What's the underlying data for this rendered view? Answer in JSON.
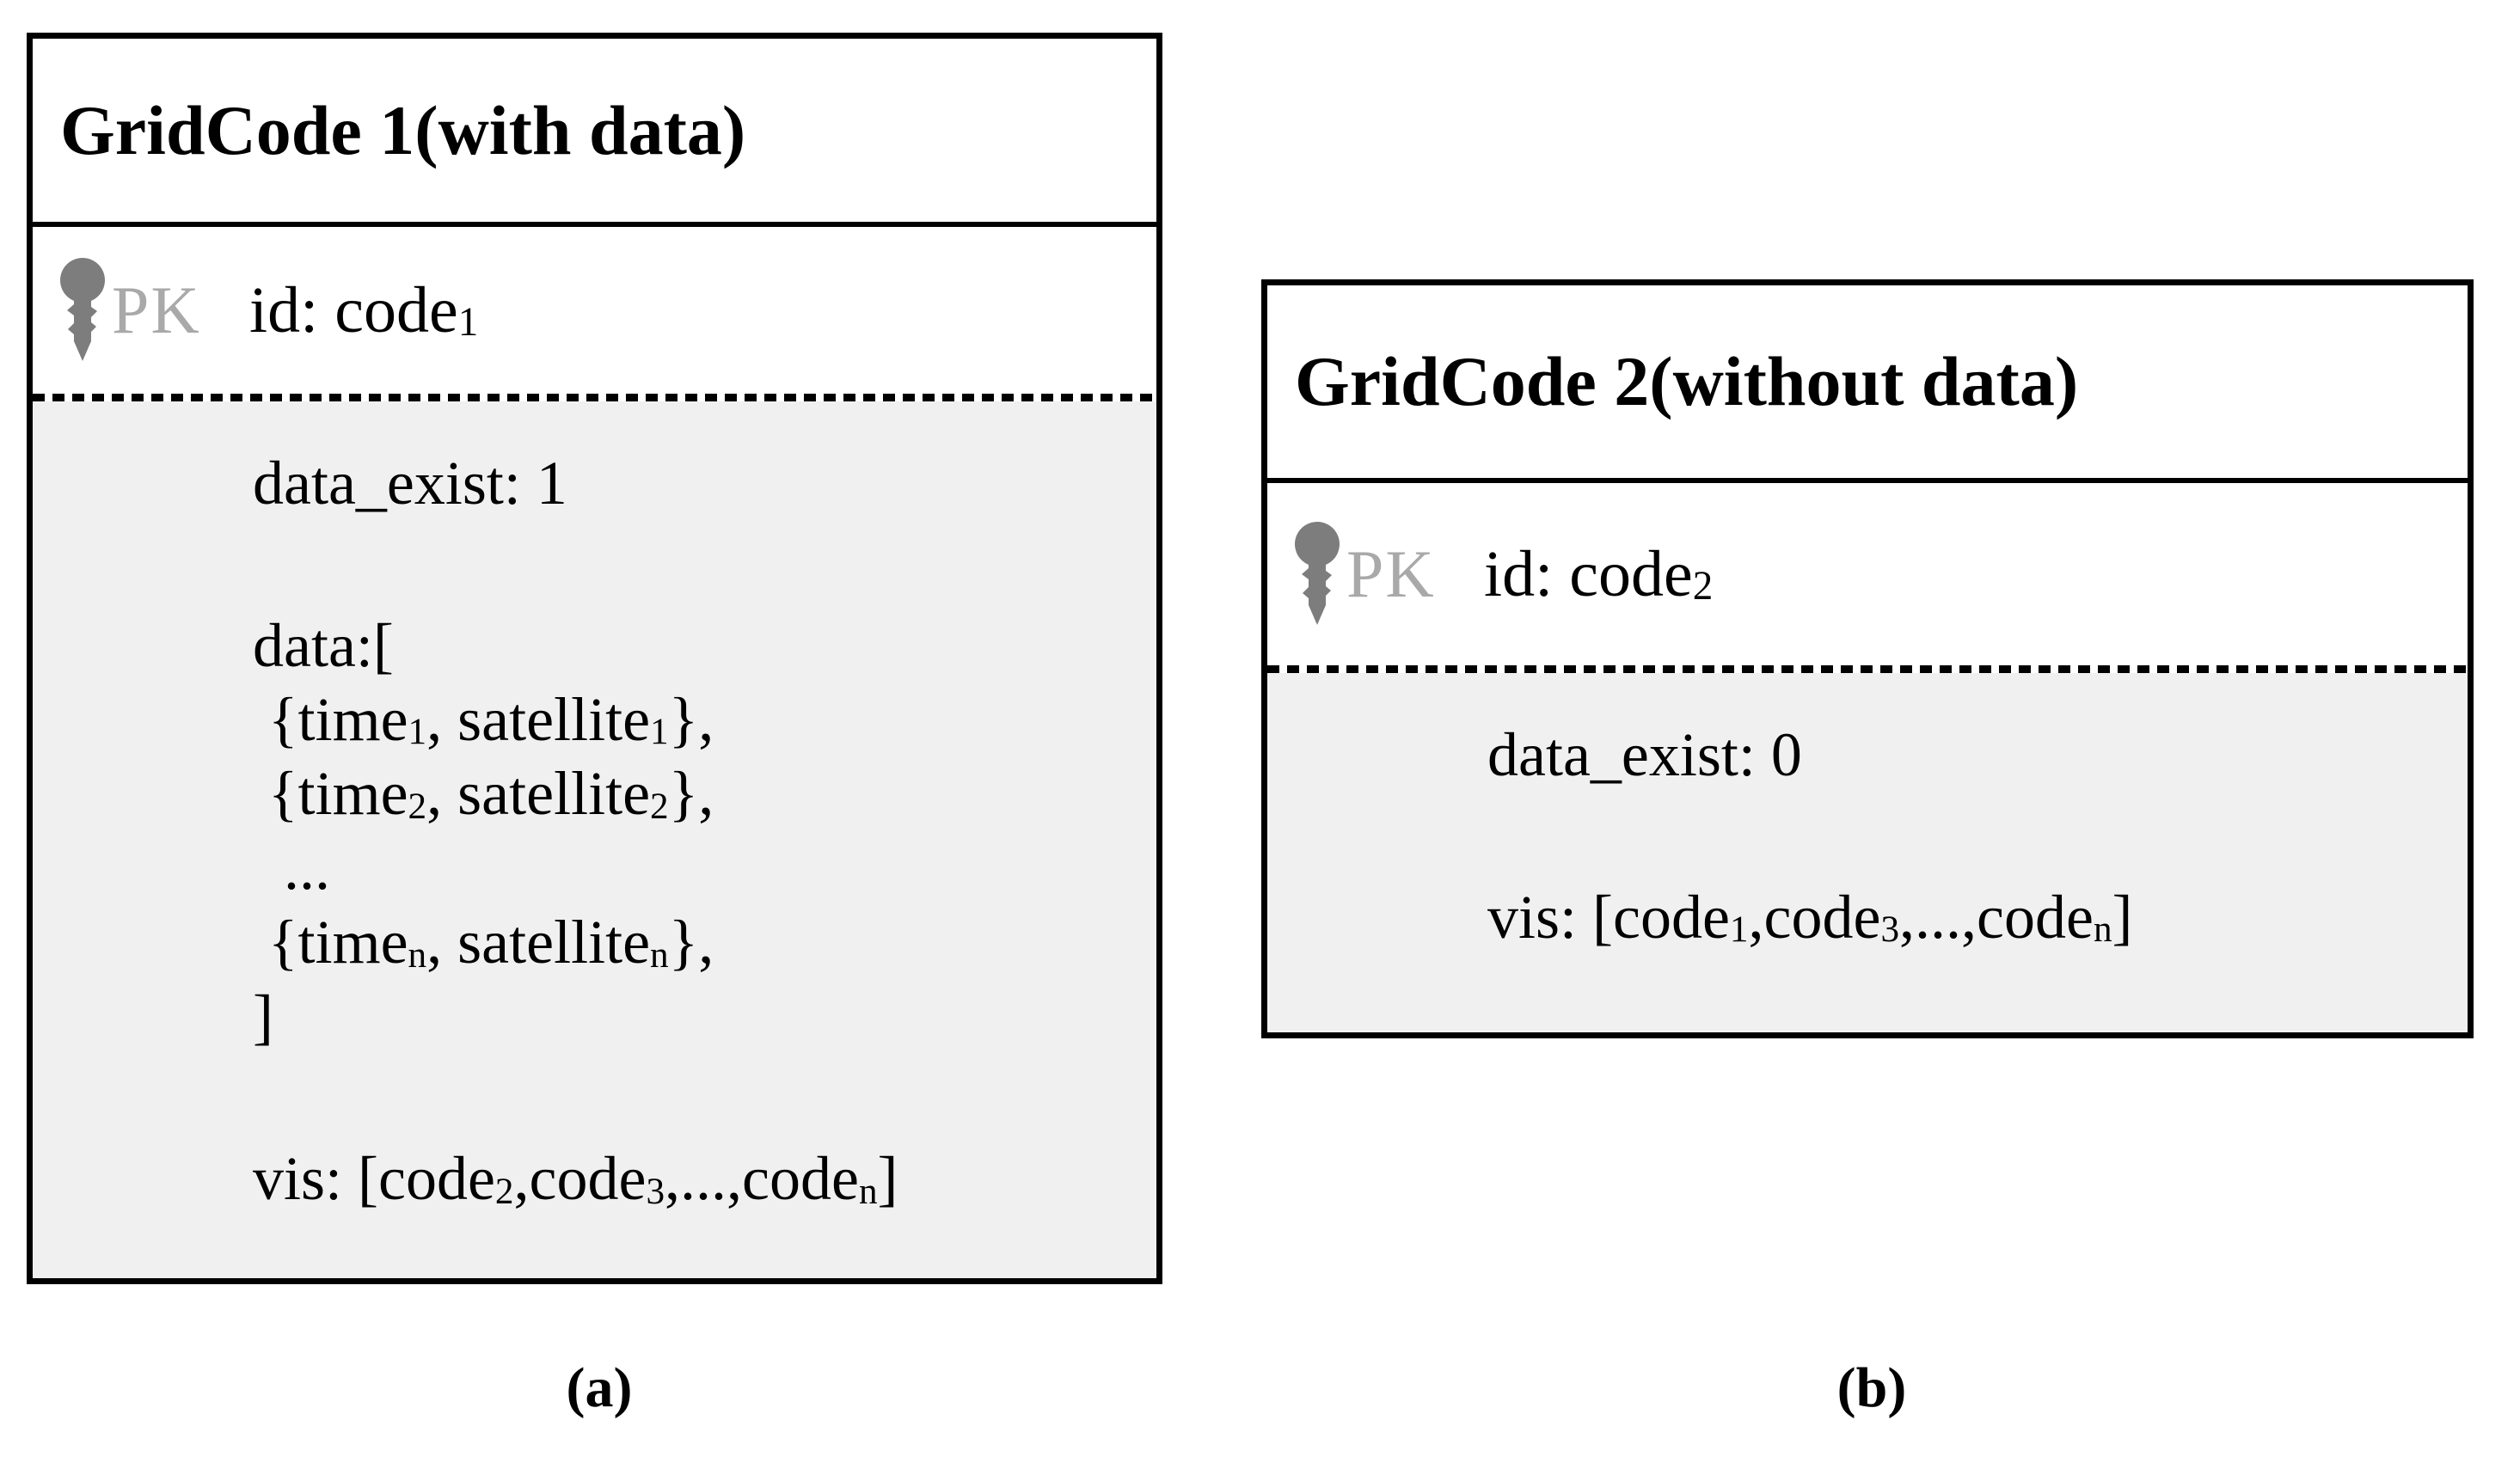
{
  "colors": {
    "border": "#000000",
    "body-bg": "#f0f0f0",
    "key": "#7d7d7d",
    "pk": "#a9a9a9",
    "text": "#000000",
    "page-bg": "#ffffff"
  },
  "panels": [
    {
      "label": "(a)",
      "entity": {
        "title": "GridCode 1(with data)",
        "pk": {
          "icon": "key-icon",
          "tag": "PK",
          "field": [
            {
              "t": "id: code"
            },
            {
              "t": "1",
              "sub": true
            }
          ]
        },
        "body": [
          [
            {
              "t": "data_exist: 1"
            }
          ],
          [],
          [
            {
              "t": "data:["
            }
          ],
          [
            {
              "t": " {time"
            },
            {
              "t": "1",
              "sub": true
            },
            {
              "t": ", satellite"
            },
            {
              "t": "1",
              "sub": true
            },
            {
              "t": "},"
            }
          ],
          [
            {
              "t": " {time"
            },
            {
              "t": "2",
              "sub": true
            },
            {
              "t": ", satellite"
            },
            {
              "t": "2",
              "sub": true
            },
            {
              "t": "},"
            }
          ],
          [
            {
              "t": "  ..."
            }
          ],
          [
            {
              "t": " {time"
            },
            {
              "t": "n",
              "sub": true
            },
            {
              "t": ", satellite"
            },
            {
              "t": "n",
              "sub": true
            },
            {
              "t": "},"
            }
          ],
          [
            {
              "t": "]"
            }
          ],
          [],
          [
            {
              "t": "vis: [code"
            },
            {
              "t": "2",
              "sub": true
            },
            {
              "t": ",code"
            },
            {
              "t": "3",
              "sub": true
            },
            {
              "t": ",...,code"
            },
            {
              "t": "n",
              "sub": true
            },
            {
              "t": "]"
            }
          ]
        ]
      }
    },
    {
      "label": "(b)",
      "entity": {
        "title": "GridCode 2(without data)",
        "pk": {
          "icon": "key-icon",
          "tag": "PK",
          "field": [
            {
              "t": "id: code"
            },
            {
              "t": "2",
              "sub": true
            }
          ]
        },
        "body": [
          [
            {
              "t": "data_exist: 0"
            }
          ],
          [],
          [
            {
              "t": "vis: [code"
            },
            {
              "t": "1",
              "sub": true
            },
            {
              "t": ",code"
            },
            {
              "t": "3",
              "sub": true
            },
            {
              "t": ",...,code"
            },
            {
              "t": "n",
              "sub": true
            },
            {
              "t": "]"
            }
          ]
        ]
      }
    }
  ]
}
